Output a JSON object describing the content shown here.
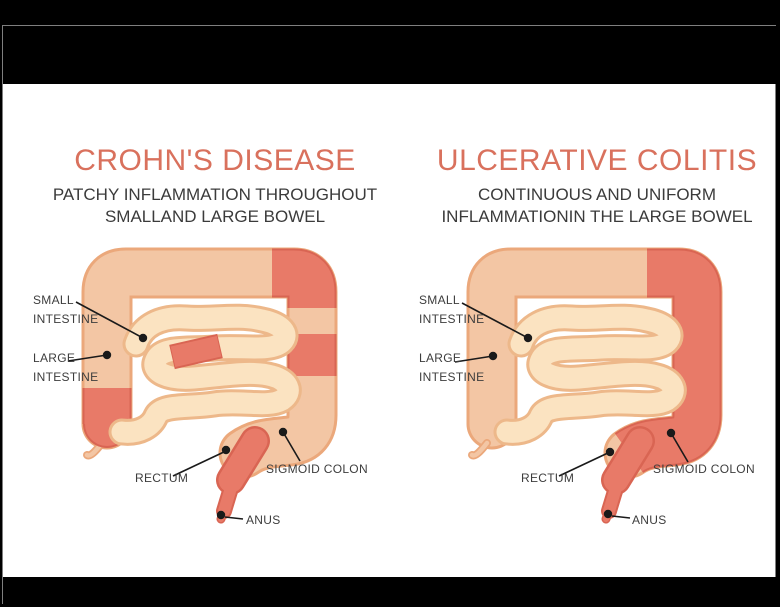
{
  "viewer": {
    "background": "#000000",
    "slide_border": "#7f7f7f",
    "bar": "#000000"
  },
  "colors": {
    "title": "#d9715d",
    "subtitle": "#3b3b3b",
    "label": "#3d3d3d",
    "colon_fill": "#f3c6a4",
    "colon_outline": "#eba87b",
    "inflamed_fill": "#e87a68",
    "inflamed_outline": "#d96553",
    "small_intestine_fill": "#fbe3c1",
    "small_intestine_outline": "#edb88a",
    "leader_line": "#1a1a1a",
    "viewer_background": "#000000",
    "slide_border": "#7f7f7f",
    "bar": "#000000"
  },
  "panels": [
    {
      "id": "crohns-disease",
      "title": "CROHN'S DISEASE",
      "subtitle_line1": "PATCHY INFLAMMATION THROUGHOUT",
      "subtitle_line2": "SMALLAND LARGE BOWEL",
      "labels": {
        "small_intestine": "SMALL INTESTINE",
        "large_intestine": "LARGE INTESTINE",
        "rectum": "RECTUM",
        "sigmoid_colon": "SIGMOID COLON",
        "anus": "ANUS"
      }
    },
    {
      "id": "ulcerative-colitis",
      "title": "ULCERATIVE COLITIS",
      "subtitle_line1": "CONTINUOUS AND UNIFORM",
      "subtitle_line2": "INFLAMMATIONIN THE LARGE BOWEL",
      "labels": {
        "small_intestine": "SMALL INTESTINE",
        "large_intestine": "LARGE INTESTINE",
        "rectum": "RECTUM",
        "sigmoid_colon": "SIGMOID COLON",
        "anus": "ANUS"
      }
    }
  ]
}
